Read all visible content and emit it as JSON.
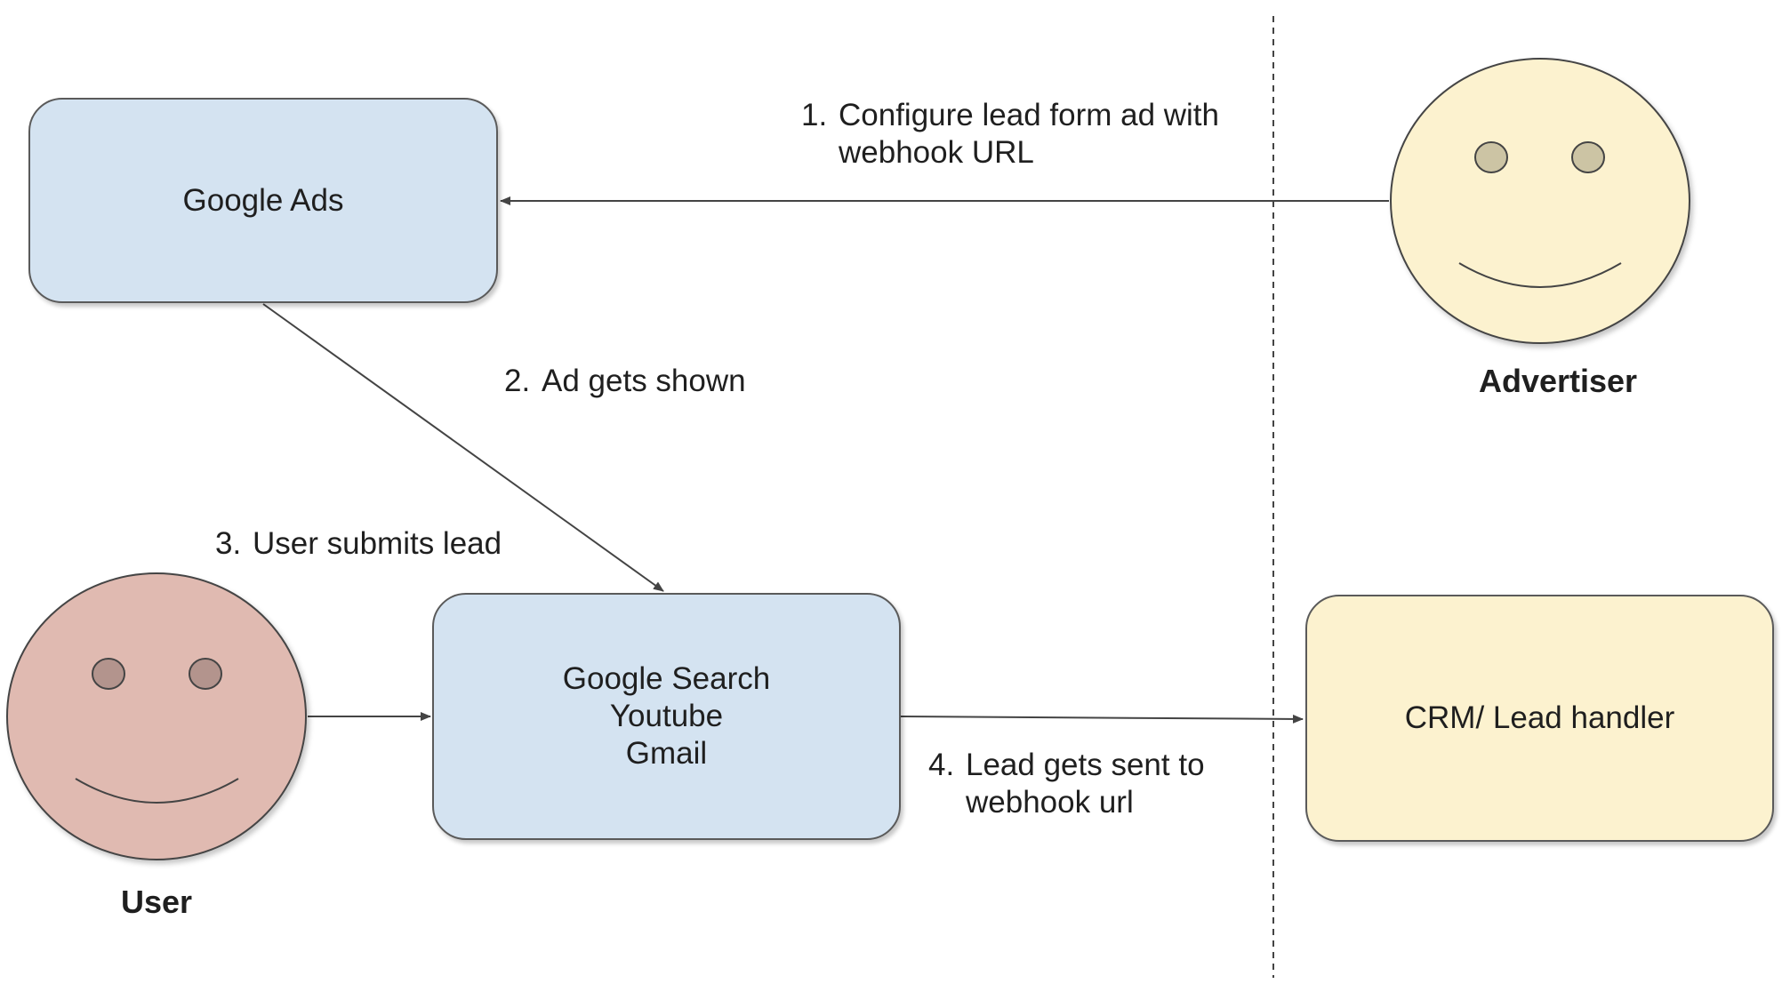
{
  "nodes": {
    "google_ads": {
      "label": "Google Ads"
    },
    "surfaces": {
      "lines": [
        "Google Search",
        "Youtube",
        "Gmail"
      ]
    },
    "crm": {
      "label": "CRM/ Lead handler"
    }
  },
  "actors": {
    "advertiser": {
      "name": "Advertiser",
      "face_color": "#fcf2cf",
      "eye_color": "#ccc4a4"
    },
    "user": {
      "name": "User",
      "face_color": "#e0bab1",
      "eye_color": "#b3948d"
    }
  },
  "steps": [
    {
      "number": "1.",
      "lines": [
        "Configure lead form ad with",
        "webhook URL"
      ]
    },
    {
      "number": "2.",
      "lines": [
        "Ad gets shown"
      ]
    },
    {
      "number": "3.",
      "lines": [
        "User submits lead"
      ]
    },
    {
      "number": "4.",
      "lines": [
        "Lead gets sent to",
        "webhook url"
      ]
    }
  ],
  "colors": {
    "box_blue": "#d4e3f1",
    "box_yellow": "#fcf2cf",
    "line": "#444444"
  }
}
